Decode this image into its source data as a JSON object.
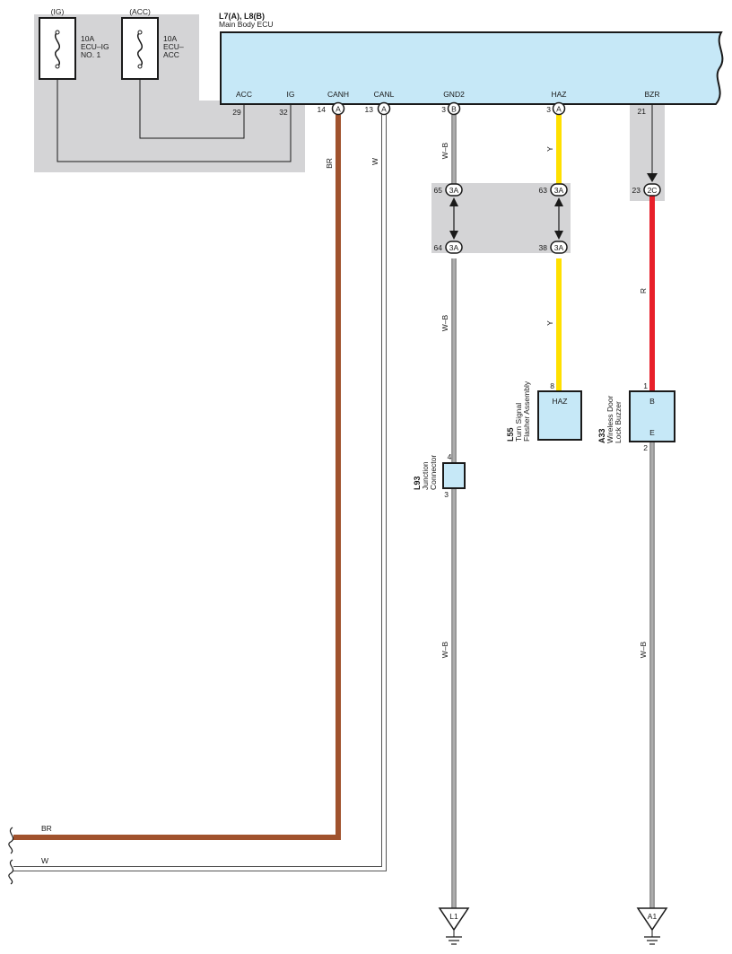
{
  "ecu": {
    "title": "L7(A), L8(B)",
    "subtitle": "Main Body ECU",
    "pins": {
      "acc": {
        "name": "ACC",
        "num": "29"
      },
      "ig": {
        "name": "IG",
        "num": "32"
      },
      "canh": {
        "name": "CANH",
        "num": "14",
        "conn": "A"
      },
      "canl": {
        "name": "CANL",
        "num": "13",
        "conn": "A"
      },
      "gnd2": {
        "name": "GND2",
        "num": "3",
        "conn": "B"
      },
      "haz": {
        "name": "HAZ",
        "num": "3",
        "conn": "A"
      },
      "bzr": {
        "name": "BZR",
        "num": "21"
      }
    }
  },
  "fuses": {
    "ig": {
      "header": "(IG)",
      "l1": "10A",
      "l2": "ECU–IG",
      "l3": "NO. 1"
    },
    "acc": {
      "header": "(ACC)",
      "l1": "10A",
      "l2": "ECU–",
      "l3": "ACC"
    }
  },
  "wires": {
    "canh": "BR",
    "canl": "W",
    "gnd2_upper": "W–B",
    "gnd2_mid": "W–B",
    "gnd2_lower": "W–B",
    "haz_upper": "Y",
    "haz_lower": "Y",
    "bzr": "R",
    "buzzer_gnd": "W–B",
    "exit_br": "BR",
    "exit_w": "W"
  },
  "colors": {
    "brown": "#A0522D",
    "yellow": "#FFE000",
    "red": "#E8202A",
    "component_fill": "#C6E8F7",
    "panel_gray": "#D4D4D6"
  },
  "junctions": {
    "gnd_top": {
      "num": "65",
      "conn": "3A"
    },
    "gnd_bot": {
      "num": "64",
      "conn": "3A"
    },
    "haz_top": {
      "num": "63",
      "conn": "3A"
    },
    "haz_bot": {
      "num": "38",
      "conn": "3A"
    },
    "bzr": {
      "num": "23",
      "conn": "2C"
    }
  },
  "components": {
    "l93": {
      "id": "L93",
      "name1": "Junction",
      "name2": "Connector",
      "pin_top": "4",
      "pin_bot": "3"
    },
    "l55": {
      "id": "L55",
      "name1": "Turn Signal",
      "name2": "Flasher Assembly",
      "pin_label": "HAZ",
      "pin_num": "8"
    },
    "a33": {
      "id": "A33",
      "name1": "Wireless Door",
      "name2": "Lock Buzzer",
      "pin_b": "B",
      "pin_e": "E",
      "pin_b_num": "1",
      "pin_e_num": "2"
    }
  },
  "grounds": {
    "left": "L1",
    "right": "A1"
  }
}
